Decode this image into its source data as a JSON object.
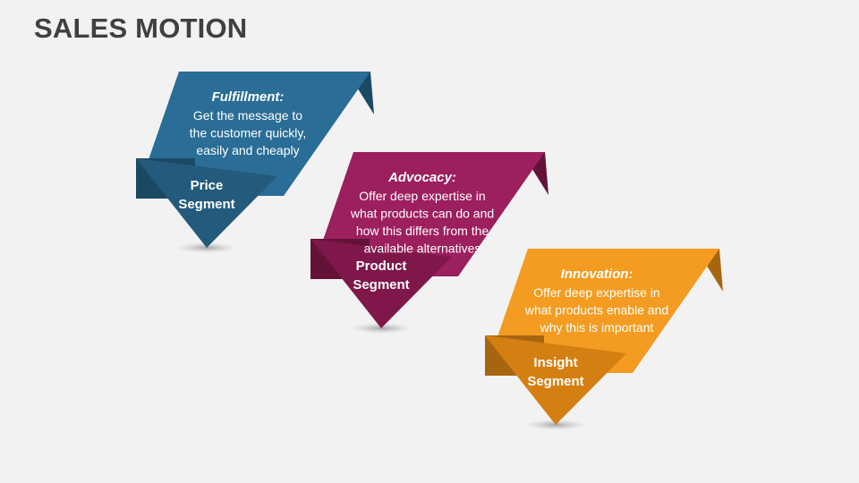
{
  "title": "SALES MOTION",
  "colors": {
    "background": "#f2f2f2",
    "title": "#404040"
  },
  "segments": [
    {
      "heading": "Fulfillment:",
      "body": [
        "Get the message to",
        "the customer quickly,",
        "easily and cheaply"
      ],
      "label": [
        "Price",
        "Segment"
      ],
      "colors": {
        "main": "#2a6d96",
        "dark": "#1b4863",
        "mid": "#245d80",
        "tri": "#245a7b"
      }
    },
    {
      "heading": "Advocacy:",
      "body": [
        "Offer deep expertise in",
        "what products can do and",
        "how this differs from the",
        "available alternatives"
      ],
      "label": [
        "Product",
        "Segment"
      ],
      "colors": {
        "main": "#9c1f5e",
        "dark": "#641238",
        "mid": "#841a4f",
        "tri": "#7f174b"
      }
    },
    {
      "heading": "Innovation:",
      "body": [
        "Offer deep expertise in",
        "what products enable and",
        "why this is important"
      ],
      "label": [
        "Insight",
        "Segment"
      ],
      "colors": {
        "main": "#f39c21",
        "dark": "#a8650f",
        "mid": "#d88716",
        "tri": "#d47f12"
      }
    }
  ]
}
